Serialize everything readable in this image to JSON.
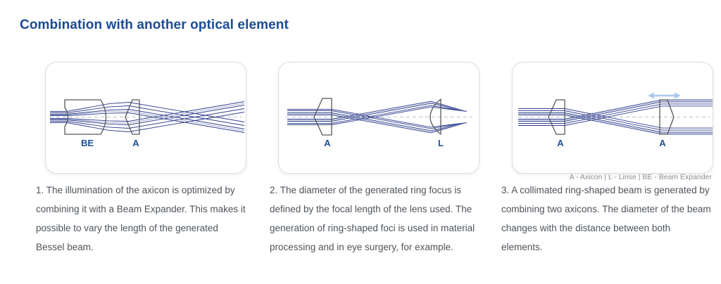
{
  "heading": "Combination with another optical element",
  "legend": "A - Axicon | L - Linse | BE - Beam Expander",
  "figures": [
    {
      "element_labels": [
        "BE",
        "A"
      ],
      "caption": "1. The illumination of the axicon is optimized by combining it with a Beam Expander. This makes it possible to vary the length of the generated Bessel beam."
    },
    {
      "element_labels": [
        "A",
        "L"
      ],
      "caption": "2. The diameter of the generated ring focus is defined by the focal length of the lens used. The generation of ring-shaped foci is used in material processing and in eye surgery, for example."
    },
    {
      "element_labels": [
        "A",
        "A"
      ],
      "caption": "3. A collimated ring-shaped beam is generated by combining two axicons. The diameter of the beam changes with the distance between both elements."
    }
  ],
  "colors": {
    "heading_blue": "#1a4c96",
    "element_label_blue": "#1d4f96",
    "ray_dark": "#2f3e8c",
    "ray_light": "#93a0c7",
    "optic_outline": "#54575c",
    "optical_axis": "#c8cbd1",
    "move_arrow_blue": "#abc8ec",
    "caption_gray": "#4e545b",
    "legend_gray": "#8b9096",
    "card_border": "#dedede"
  }
}
